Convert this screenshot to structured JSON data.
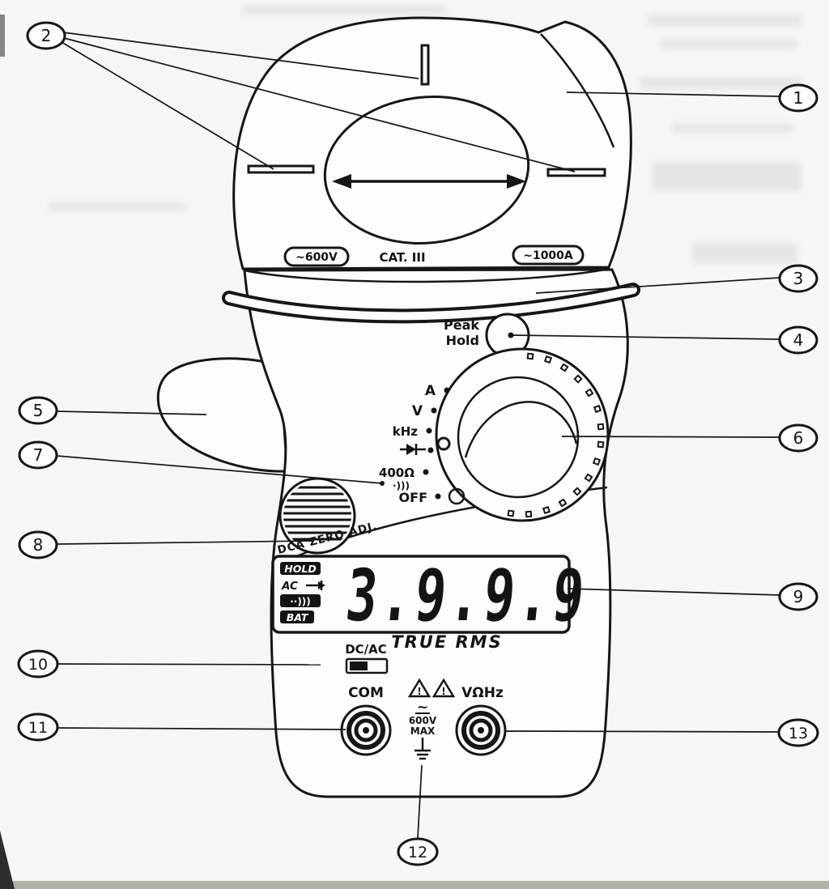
{
  "figure_title": "Clamp meter parts diagram",
  "callouts": {
    "1": "1",
    "2": "2",
    "3": "3",
    "4": "4",
    "5": "5",
    "6": "6",
    "7": "7",
    "8": "8",
    "9": "9",
    "10": "10",
    "11": "11",
    "12": "12",
    "13": "13"
  },
  "clamp": {
    "ac_icon": "~",
    "left_rating": "600V",
    "category": "CAT. III",
    "right_rating": "1000A"
  },
  "controls": {
    "peak": "Peak",
    "hold": "Hold",
    "zero_adj": "DCA ZERO ADJ.",
    "dc_ac": "DC/AC"
  },
  "dial": {
    "amps": "A",
    "volts": "V",
    "khz": "kHz",
    "ohms": "400Ω",
    "continuity": "·)))",
    "off": "OFF"
  },
  "lcd": {
    "hold": "HOLD",
    "ac": "AC",
    "continuity": "··)))",
    "bat": "BAT",
    "digits": "3.9.9.9",
    "true_rms": "TRUE RMS"
  },
  "jacks": {
    "com": "COM",
    "warning_mark": "!",
    "vohmhz": "VΩHz",
    "ac_icon": "~",
    "max_voltage": "600V",
    "max": "MAX"
  }
}
